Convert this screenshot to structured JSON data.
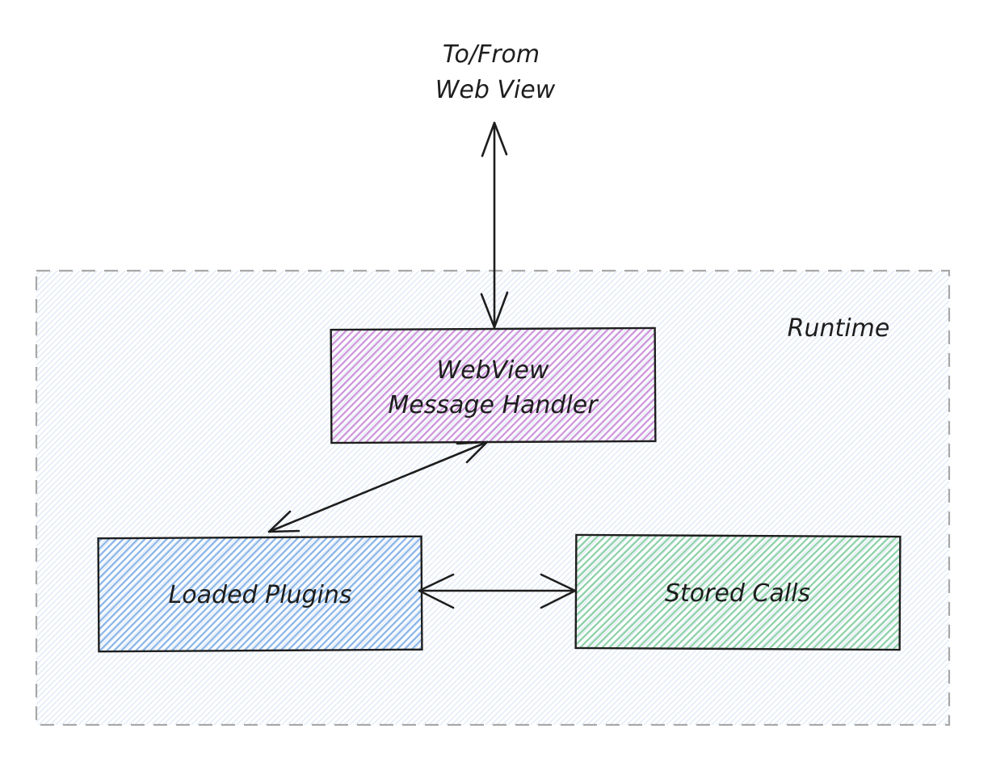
{
  "diagram": {
    "background_color": "#ffffff",
    "stroke_color": "#1e1e1e",
    "external_label": {
      "line1": "To/From",
      "line2": "Web View"
    },
    "container": {
      "label": "Runtime",
      "border_color": "#a8a8a8",
      "hatch_color": "#dce8f5"
    },
    "nodes": [
      {
        "id": "webview-message-handler",
        "label_line1": "WebView",
        "label_line2": "Message Handler",
        "hatch_color": "#cf93da"
      },
      {
        "id": "loaded-plugins",
        "label": "Loaded Plugins",
        "hatch_color": "#88b4e9"
      },
      {
        "id": "stored-calls",
        "label": "Stored Calls",
        "hatch_color": "#8bd1a5"
      }
    ],
    "edges": [
      {
        "from": "web-view-external",
        "to": "webview-message-handler",
        "bidirectional": true
      },
      {
        "from": "webview-message-handler",
        "to": "loaded-plugins",
        "bidirectional": true
      },
      {
        "from": "loaded-plugins",
        "to": "stored-calls",
        "bidirectional": true
      }
    ]
  }
}
